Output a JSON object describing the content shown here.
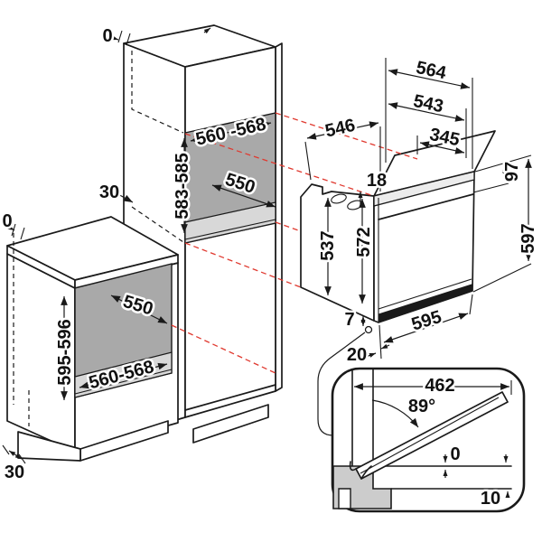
{
  "tall_cabinet": {
    "gap_top": "0",
    "side_clearance": "30",
    "niche_width": "560 -568",
    "niche_height": "583-585",
    "niche_depth": "550"
  },
  "base_cabinet": {
    "gap_top": "0",
    "niche_depth": "550",
    "niche_height": "595-596",
    "niche_width": "560-568",
    "plinth_recess": "30"
  },
  "oven": {
    "recess_depth": "546",
    "depth_total": "564",
    "depth_mid": "543",
    "depth_front": "345",
    "top_inset": "18",
    "fascia_height": "97",
    "front_height": "597",
    "body_height": "537",
    "total_height": "572",
    "bottom_lip": "7",
    "width": "595",
    "rear_clearance": "20"
  },
  "door_detail": {
    "door_width": "462",
    "opening_angle": "89°",
    "bottom_gap": "0",
    "plinth_gap": "10"
  }
}
